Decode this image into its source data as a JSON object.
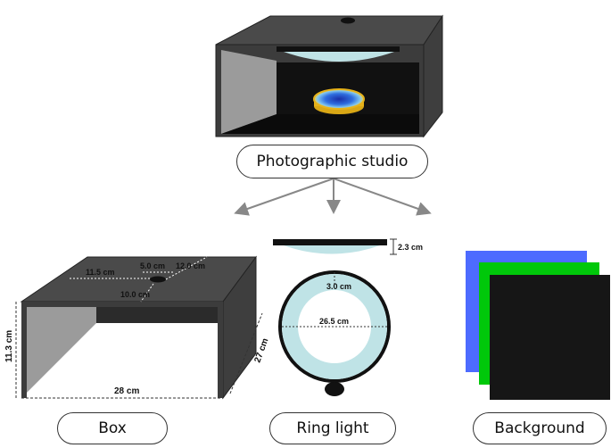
{
  "labels": {
    "studio": "Photographic studio",
    "box": "Box",
    "ring_light": "Ring light",
    "background": "Background"
  },
  "dimensions": {
    "box_left": "11.5 cm",
    "box_hole": "5.0 cm",
    "box_right": "12.0 cm",
    "box_front": "10.0 cm",
    "box_height": "11.3 cm",
    "box_width": "28 cm",
    "box_depth": "27 cm",
    "ring_thickness": "2.3 cm",
    "ring_width": "3.0 cm",
    "ring_diameter": "26.5 cm"
  },
  "colors": {
    "box_dark": "#3a3a3a",
    "box_side": "#8f8f8f",
    "ring": "#bfe3e6",
    "bg_blue": "#4d6bff",
    "bg_green": "#00c80a",
    "bg_black": "#161616"
  }
}
